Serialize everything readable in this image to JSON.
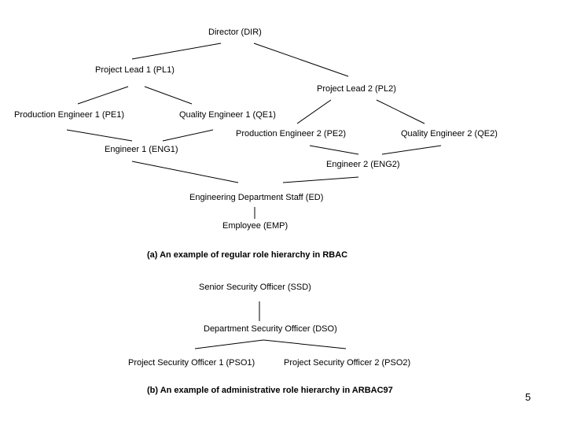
{
  "rbac": {
    "nodes": {
      "dir": "Director (DIR)",
      "pl1": "Project Lead 1 (PL1)",
      "pl2": "Project Lead 2 (PL2)",
      "pe1": "Production Engineer 1 (PE1)",
      "qe1": "Quality Engineer 1 (QE1)",
      "pe2": "Production Engineer 2 (PE2)",
      "qe2": "Quality Engineer 2 (QE2)",
      "eng1": "Engineer 1 (ENG1)",
      "eng2": "Engineer 2 (ENG2)",
      "ed": "Engineering Department Staff (ED)",
      "emp": "Employee (EMP)"
    },
    "caption": "(a) An example of regular role hierarchy in RBAC"
  },
  "arbac": {
    "nodes": {
      "ssd": "Senior Security Officer (SSD)",
      "dso": "Department Security Officer (DSO)",
      "pso1": "Project Security Officer 1 (PSO1)",
      "pso2": "Project Security Officer 2 (PSO2)"
    },
    "caption": "(b) An example of administrative role hierarchy in ARBAC97"
  },
  "page_number": "5"
}
